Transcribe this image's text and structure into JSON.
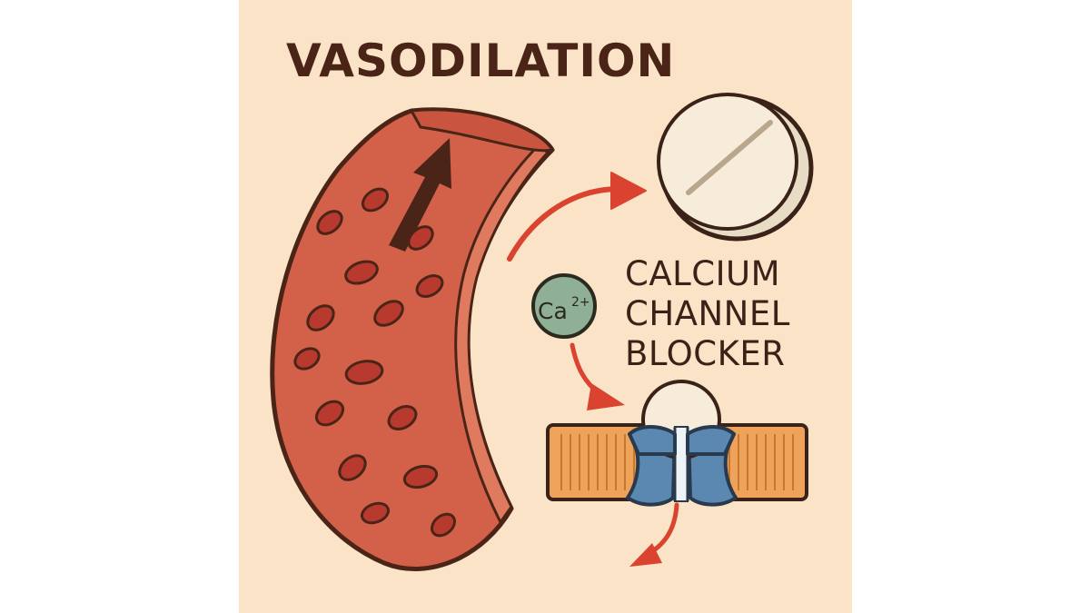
{
  "diagram": {
    "title": "VASODILATION",
    "drug_label_lines": [
      "CALCIUM",
      "CHANNEL",
      "BLOCKER"
    ],
    "ion": {
      "symbol": "Ca",
      "charge": "2+"
    },
    "colors": {
      "background": "#fae3c6",
      "vessel": "#d3614a",
      "vessel_inner": "#e07a5f",
      "outline": "#4a2517",
      "blood_cell": "#b83a2e",
      "arrow_red": "#d9432f",
      "pill": "#f6ecd9",
      "ion_circle": "#8fb094",
      "membrane": "#efa35a",
      "channel": "#5b88b0"
    },
    "icons": [
      "blood-vessel",
      "pill-icon",
      "calcium-ion",
      "ion-channel",
      "flow-arrow"
    ]
  }
}
